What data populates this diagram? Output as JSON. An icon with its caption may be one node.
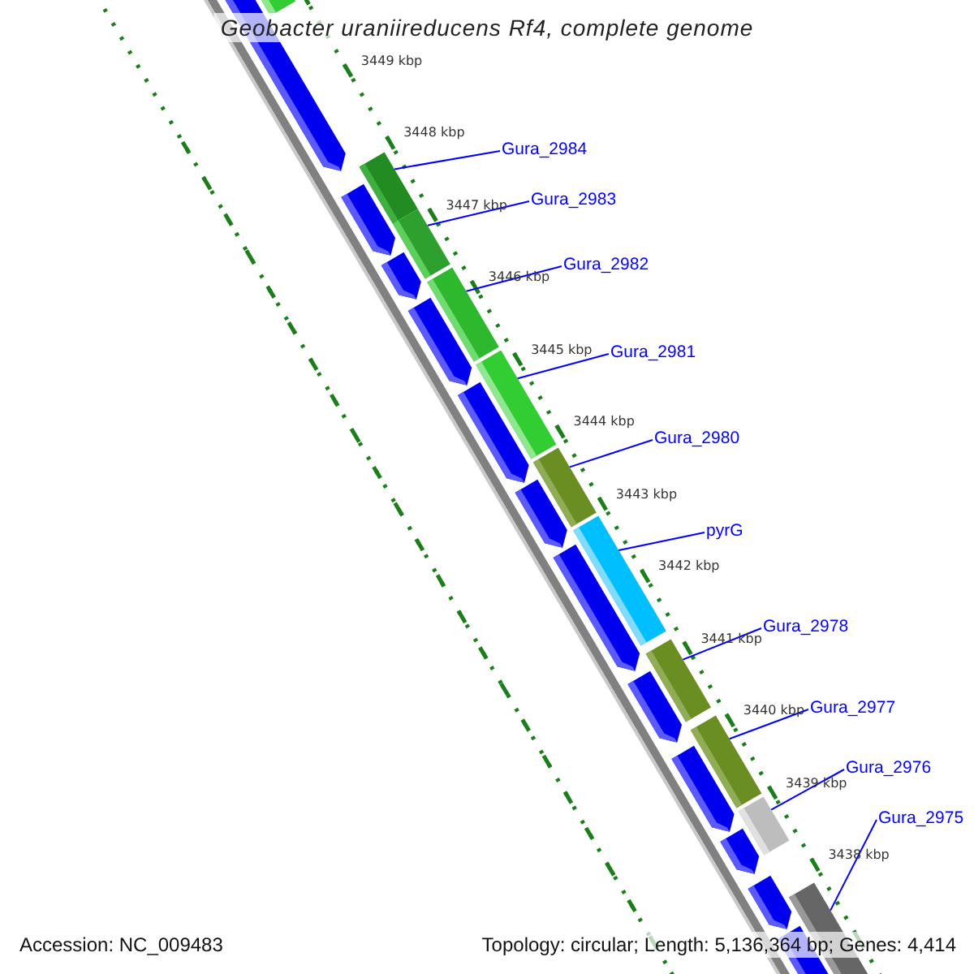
{
  "diagram": {
    "title": "Geobacter uraniireducens Rf4, complete genome",
    "nodes": [
      {
        "text": [
          "Gura_2984"
        ]
      },
      {
        "text": [
          "Gura_2983"
        ]
      },
      {
        "text": [
          "Gura_2982"
        ]
      },
      {
        "text": [
          "Gura_2981"
        ]
      },
      {
        "text": [
          "Gura_2980"
        ]
      },
      {
        "text": [
          "pyrG"
        ]
      },
      {
        "text": [
          "Gura_2978"
        ]
      },
      {
        "text": [
          "Gura_2977"
        ]
      },
      {
        "text": [
          "Gura_2976"
        ]
      },
      {
        "text": [
          "Gura_2975"
        ]
      },
      {
        "text": [],
        "shape": "bar"
      },
      {
        "text": [],
        "shape": "bar"
      },
      {
        "text": [],
        "shape": "bar"
      },
      {
        "text": [],
        "shape": "bar"
      },
      {
        "text": [],
        "shape": "bar"
      },
      {
        "text": [],
        "shape": "bar"
      },
      {
        "text": [],
        "shape": "bar"
      },
      {
        "text": [],
        "shape": "bar"
      },
      {
        "text": [],
        "shape": "bar"
      },
      {
        "text": [],
        "shape": "bar"
      }
    ],
    "edges": [
      {
        "from": 0,
        "to": 10,
        "arrow": "none"
      },
      {
        "from": 1,
        "to": 11,
        "arrow": "none"
      },
      {
        "from": 2,
        "to": 12,
        "arrow": "none"
      },
      {
        "from": 3,
        "to": 13,
        "arrow": "none"
      },
      {
        "from": 4,
        "to": 14,
        "arrow": "none"
      },
      {
        "from": 5,
        "to": 15,
        "arrow": "none"
      },
      {
        "from": 6,
        "to": 16,
        "arrow": "none"
      },
      {
        "from": 7,
        "to": 17,
        "arrow": "none"
      },
      {
        "from": 8,
        "to": 18,
        "arrow": "none"
      },
      {
        "from": 9,
        "to": 19,
        "arrow": "none"
      }
    ],
    "labels": [
      "3449 kbp",
      "3448 kbp",
      "3447 kbp",
      "3446 kbp",
      "3445 kbp",
      "3444 kbp",
      "3443 kbp",
      "3442 kbp",
      "3441 kbp",
      "3440 kbp",
      "3439 kbp",
      "3438 kbp",
      "Accession: NC_009483",
      "Topology: circular; Length: 5,136,364 bp; Genes: 4,414"
    ]
  }
}
